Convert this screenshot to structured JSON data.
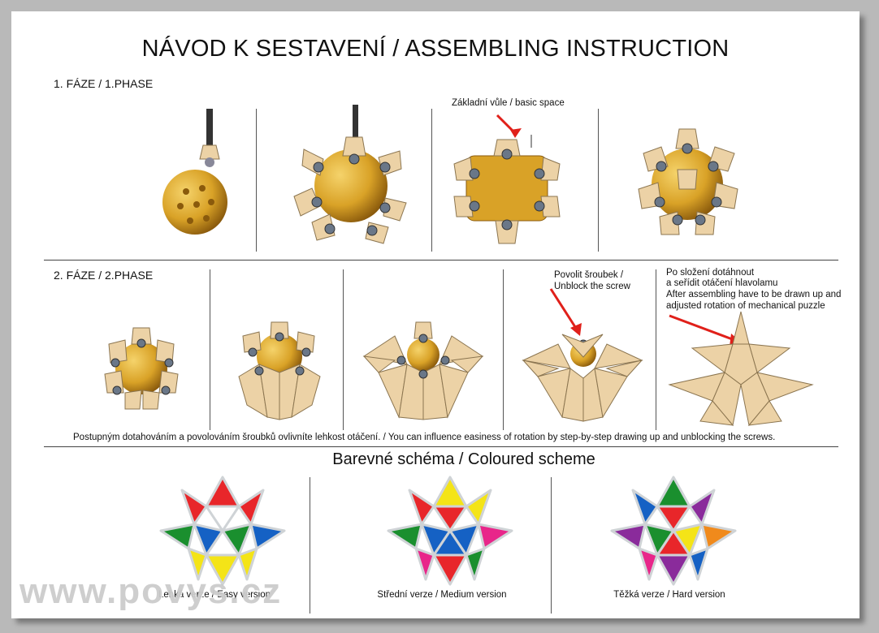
{
  "header": {
    "title": "NÁVOD K SESTAVENÍ / ASSEMBLING INSTRUCTION"
  },
  "phase1": {
    "label": "1. FÁZE / 1.PHASE",
    "annotation": "Základní vůle / basic space"
  },
  "phase2": {
    "label": "2. FÁZE / 2.PHASE",
    "annotation_screw_line1": "Povolit šroubek /",
    "annotation_screw_line2": "Unblock the screw",
    "annotation_final_line1": "Po složení dotáhnout",
    "annotation_final_line2": "a seřídit otáčení hlavolamu",
    "annotation_final_line3": "After assembling have to be drawn up and",
    "annotation_final_line4": "adjusted rotation of  mechanical puzzle",
    "footnote": "Postupným dotahováním a povolováním šroubků ovlivníte lehkost otáčení. / You can influence easiness of rotation by step-by-step drawing up and unblocking the screws."
  },
  "scheme": {
    "title": "Barevné schéma / Coloured scheme",
    "captions": [
      "Lehká verze / Easy version",
      "Střední verze / Medium version",
      "Těžká verze / Hard version"
    ]
  },
  "watermark": "www.povys.cz",
  "colors": {
    "gold": "#d9a227",
    "beige": "#ecd2a6",
    "arrow": "#e0201a"
  }
}
